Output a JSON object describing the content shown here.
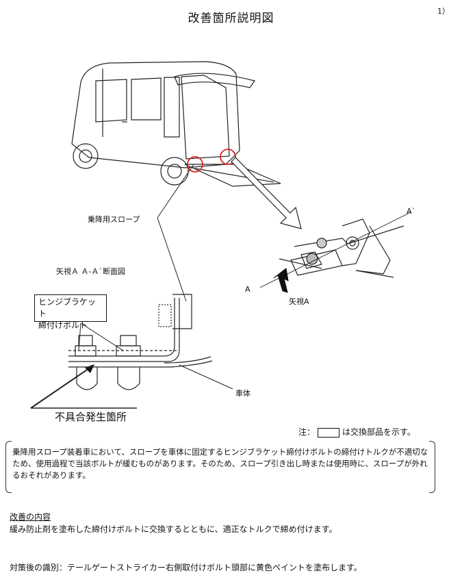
{
  "page": {
    "title": "改善箇所説明図",
    "page_number": "1）"
  },
  "figure": {
    "ramp_label": "乗降用スロープ",
    "view_label": "矢視Ａ Ａ-Ａ`断面図",
    "bolt_box_label_line1": "ヒンジブラケット",
    "bolt_box_label_line2": "締付けボルト",
    "body_label": "車体",
    "failure_label": "不具合発生箇所",
    "section_a": "A",
    "section_a_prime": "A`",
    "arrow_view_label": "矢視A"
  },
  "note": {
    "prefix": "注：",
    "suffix": "は交換部品を示す。"
  },
  "description": "乗降用スロープ装着車において、スロープを車体に固定するヒンジブラケット締付けボルトの締付けトルクが不適切なため、使用過程で当該ボルトが緩むものがあります。そのため、スロープ引き出し時または使用時に、スロープが外れるおそれがあります。",
  "improvement": {
    "heading": "改善の内容",
    "text": "緩み防止剤を塗布した締付けボルトに交換するとともに、適正なトルクで締め付けます。"
  },
  "identification": "対策後の識別：テールゲートストライカー右側取付けボルト頭部に黄色ペイントを塗布します。"
}
